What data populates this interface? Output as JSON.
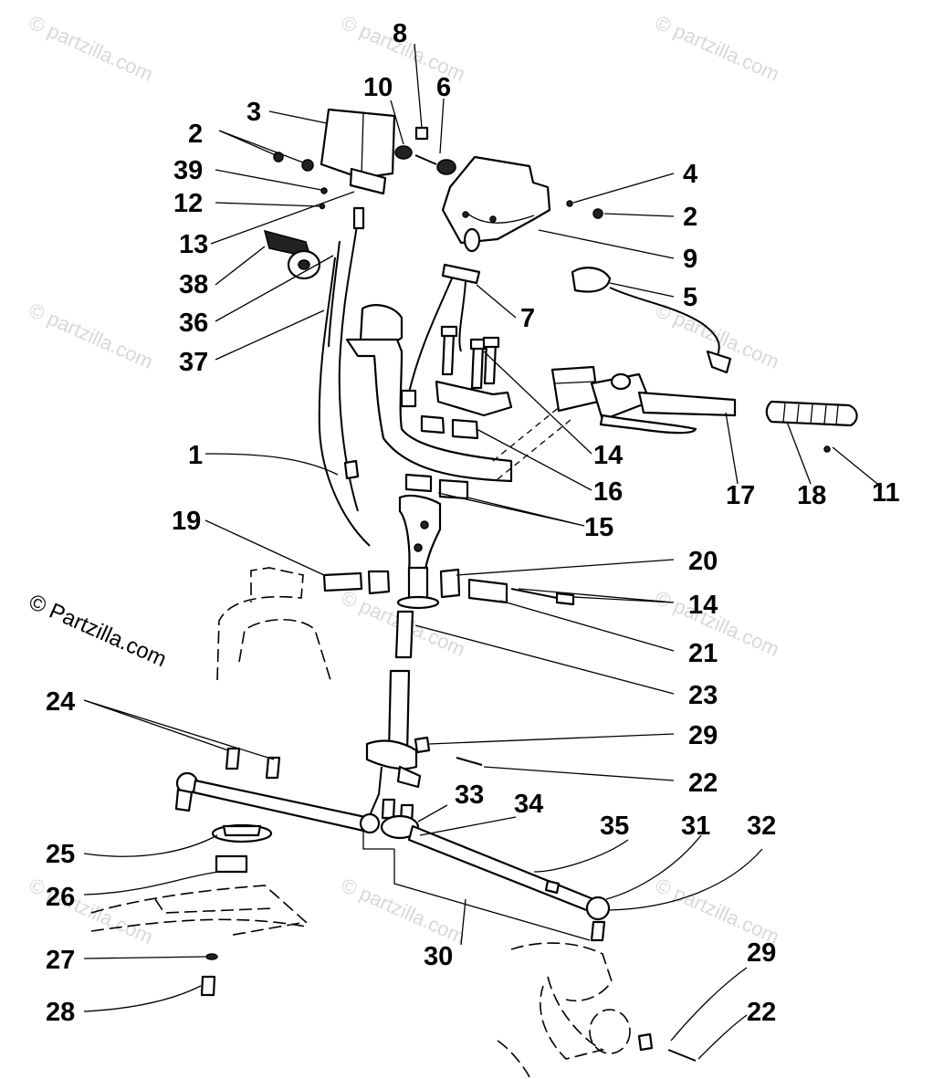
{
  "watermark": {
    "brand": "© Partzilla.com",
    "repeat": "© partzilla.com"
  },
  "callouts": [
    {
      "id": "c8",
      "text": "8"
    },
    {
      "id": "c10",
      "text": "10"
    },
    {
      "id": "c6",
      "text": "6"
    },
    {
      "id": "c3",
      "text": "3"
    },
    {
      "id": "c2a",
      "text": "2"
    },
    {
      "id": "c4",
      "text": "4"
    },
    {
      "id": "c39",
      "text": "39"
    },
    {
      "id": "c2b",
      "text": "2"
    },
    {
      "id": "c12",
      "text": "12"
    },
    {
      "id": "c13",
      "text": "13"
    },
    {
      "id": "c9",
      "text": "9"
    },
    {
      "id": "c38",
      "text": "38"
    },
    {
      "id": "c5",
      "text": "5"
    },
    {
      "id": "c36",
      "text": "36"
    },
    {
      "id": "c7",
      "text": "7"
    },
    {
      "id": "c37",
      "text": "37"
    },
    {
      "id": "c14a",
      "text": "14"
    },
    {
      "id": "c1",
      "text": "1"
    },
    {
      "id": "c16",
      "text": "16"
    },
    {
      "id": "c17",
      "text": "17"
    },
    {
      "id": "c18",
      "text": "18"
    },
    {
      "id": "c11",
      "text": "11"
    },
    {
      "id": "c19",
      "text": "19"
    },
    {
      "id": "c15",
      "text": "15"
    },
    {
      "id": "c20",
      "text": "20"
    },
    {
      "id": "c14b",
      "text": "14"
    },
    {
      "id": "c21",
      "text": "21"
    },
    {
      "id": "c23",
      "text": "23"
    },
    {
      "id": "c24",
      "text": "24"
    },
    {
      "id": "c29a",
      "text": "29"
    },
    {
      "id": "c22a",
      "text": "22"
    },
    {
      "id": "c33",
      "text": "33"
    },
    {
      "id": "c34",
      "text": "34"
    },
    {
      "id": "c35",
      "text": "35"
    },
    {
      "id": "c31",
      "text": "31"
    },
    {
      "id": "c32",
      "text": "32"
    },
    {
      "id": "c25",
      "text": "25"
    },
    {
      "id": "c26",
      "text": "26"
    },
    {
      "id": "c27",
      "text": "27"
    },
    {
      "id": "c30",
      "text": "30"
    },
    {
      "id": "c29b",
      "text": "29"
    },
    {
      "id": "c28",
      "text": "28"
    },
    {
      "id": "c22b",
      "text": "22"
    }
  ]
}
